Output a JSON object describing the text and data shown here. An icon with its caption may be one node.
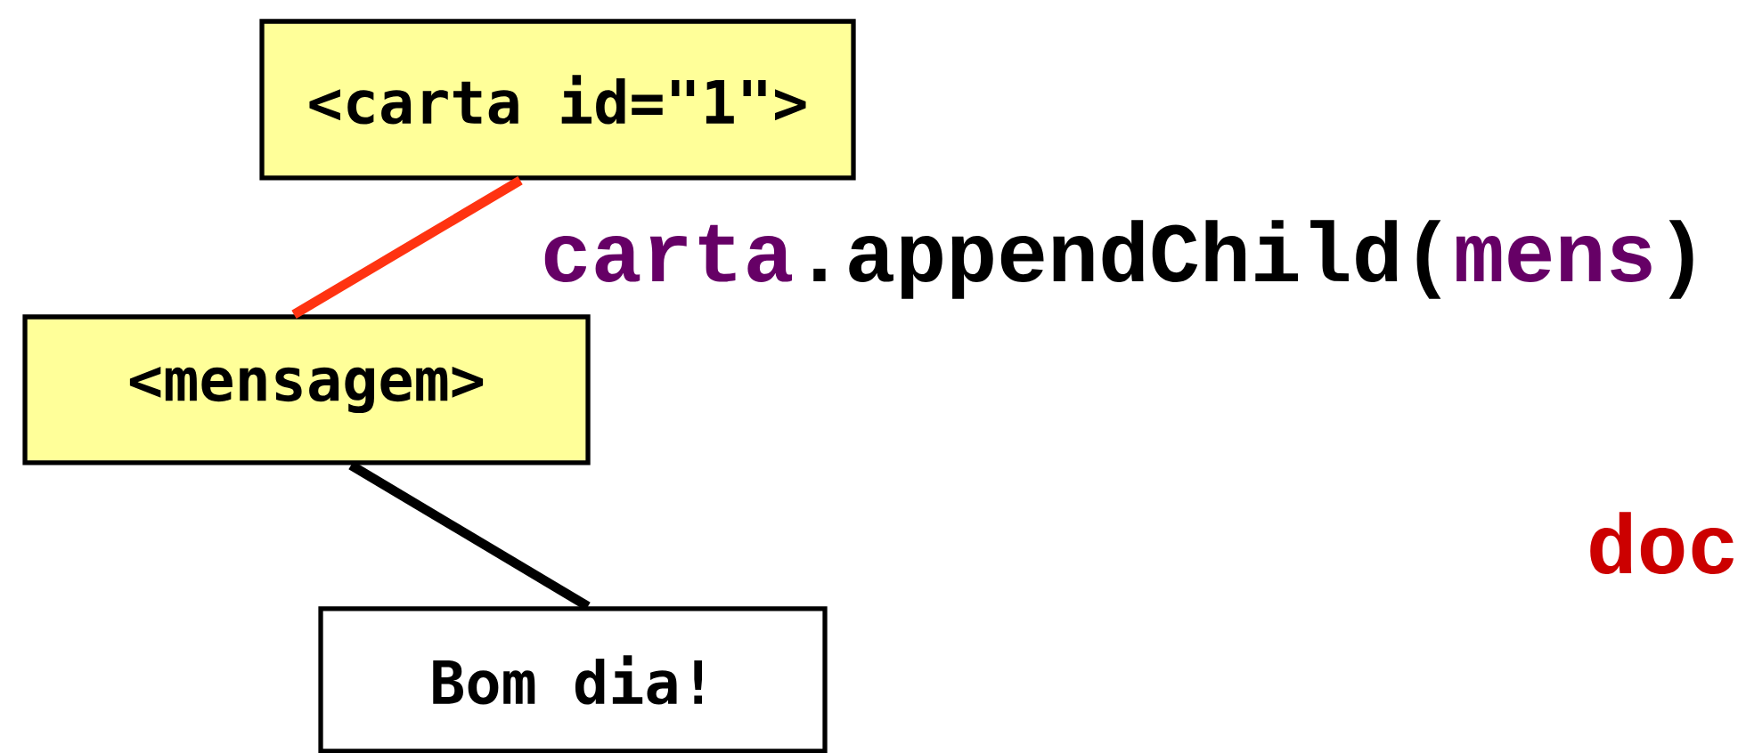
{
  "diagram": {
    "nodes": [
      {
        "text": [
          "<carta id=\"1\">"
        ]
      },
      {
        "text": [
          "<mensagem>"
        ]
      },
      {
        "text": [
          "Bom dia!"
        ]
      }
    ],
    "edges": [
      {
        "from": 0,
        "to": 1,
        "arrow": "none",
        "color": "#ff3311"
      },
      {
        "from": 1,
        "to": 2,
        "arrow": "none",
        "color": "#000000"
      }
    ],
    "labels": [
      "carta",
      ".appendChild(",
      "mens",
      ")",
      "doc"
    ]
  }
}
